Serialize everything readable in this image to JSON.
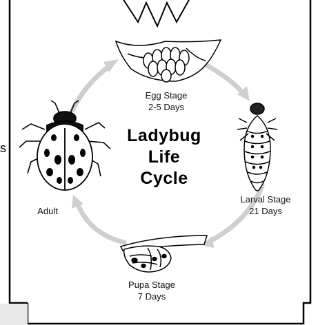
{
  "title": [
    "Ladybug",
    "Life",
    "Cycle"
  ],
  "stages": {
    "egg": {
      "name": "Egg Stage",
      "duration": "2-5 Days"
    },
    "larva": {
      "name": "Larval Stage",
      "duration": "21 Days"
    },
    "pupa": {
      "name": "Pupa Stage",
      "duration": "7 Days"
    },
    "adult": {
      "name": "Adult"
    }
  },
  "edge_fragment": "s",
  "colors": {
    "arrow": "#cfcfcf",
    "outline": "#000000",
    "background": "#ffffff"
  },
  "icons": [
    "ladybug-eggs-on-leaf",
    "ladybug-larva",
    "ladybug-pupa-on-leaf",
    "adult-ladybug"
  ]
}
